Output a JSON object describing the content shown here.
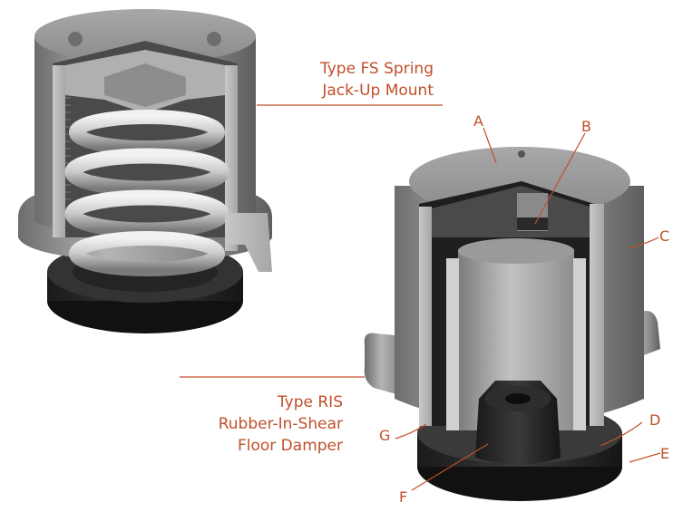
{
  "figure": {
    "caption_fs": {
      "line1": "Type FS Spring",
      "line2": "Jack-Up Mount"
    },
    "caption_ris": {
      "line1": "Type RIS",
      "line2": "Rubber-In-Shear",
      "line3": "Floor Damper"
    },
    "callouts": {
      "a": "A",
      "b": "B",
      "c": "C",
      "d": "D",
      "e": "E",
      "f": "F",
      "g": "G"
    },
    "colors": {
      "accent": "#c0502a",
      "metal": "#9a9a9a",
      "rubber": "#2a2a2a"
    }
  }
}
